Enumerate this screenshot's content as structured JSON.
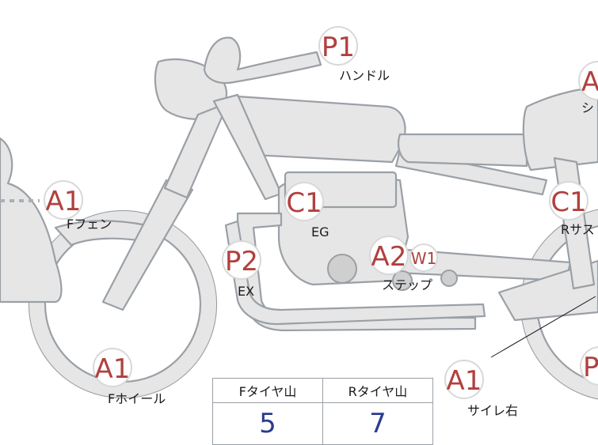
{
  "badges": {
    "p1_handle": "P1",
    "a1_seat": "A",
    "a1_ffender": "A1",
    "c1_eg": "C1",
    "c1_rsus": "C1",
    "p2_ex": "P2",
    "a2_step": "A2",
    "w1_step": "W1",
    "a1_fwheel": "A1",
    "a1_silencer": "A1",
    "p_rear": "P"
  },
  "labels": {
    "handle": "ハンドル",
    "seat": "シ",
    "ffender": "Fフェン",
    "eg": "EG",
    "rsus": "Rサス",
    "ex": "EX",
    "step": "ステップ",
    "fwheel": "Fホイール",
    "silencer": "サイレ右"
  },
  "tire_table": {
    "headers": [
      "Fタイヤ山",
      "Rタイヤ山"
    ],
    "values": [
      "5",
      "7"
    ]
  },
  "colors": {
    "badge_text": "#b0413e",
    "part_fill": "#e6e6e6",
    "part_stroke": "#9aa0a6",
    "tire_value": "#2b3c8e"
  }
}
